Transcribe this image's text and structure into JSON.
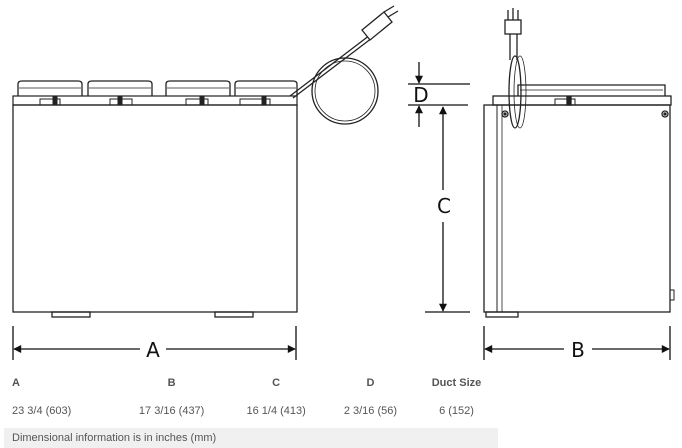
{
  "dimension_labels": {
    "a": "A",
    "b": "B",
    "c": "C",
    "d": "D"
  },
  "table": {
    "headers": [
      "A",
      "B",
      "C",
      "D",
      "Duct Size"
    ],
    "values": [
      "23 3/4 (603)",
      "17 3/16 (437)",
      "16 1/4 (413)",
      "2 3/16 (56)",
      "6 (152)"
    ]
  },
  "footnote": "Dimensional information is in inches (mm)"
}
